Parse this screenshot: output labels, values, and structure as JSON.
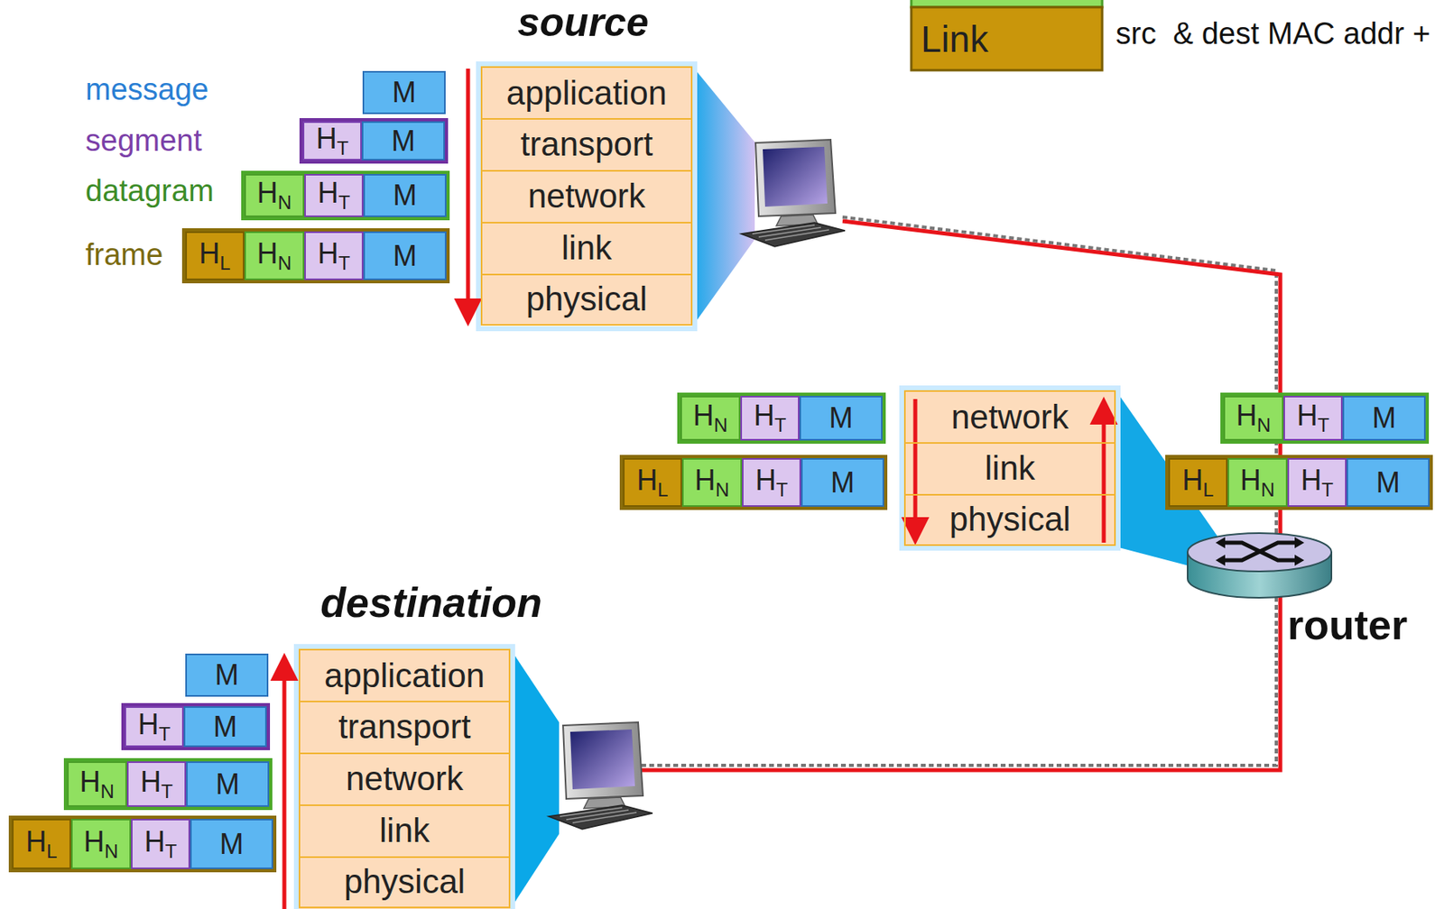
{
  "diagram": {
    "nodes": [
      {
        "text": [
          "application"
        ]
      },
      {
        "text": [
          "transport"
        ]
      },
      {
        "text": [
          "network"
        ]
      },
      {
        "text": [
          "link"
        ]
      },
      {
        "text": [
          "physical"
        ]
      },
      {
        "text": [
          "M"
        ]
      },
      {
        "text": [
          "HT"
        ]
      },
      {
        "text": [
          "M"
        ]
      },
      {
        "text": [
          "HN"
        ]
      },
      {
        "text": [
          "HT"
        ]
      },
      {
        "text": [
          "M"
        ]
      },
      {
        "text": [
          "HL"
        ]
      },
      {
        "text": [
          "HN"
        ]
      },
      {
        "text": [
          "HT"
        ]
      },
      {
        "text": [
          "M"
        ]
      },
      {
        "text": [
          "Link"
        ]
      },
      {
        "text": [
          "network"
        ]
      },
      {
        "text": [
          "link"
        ]
      },
      {
        "text": [
          "physical"
        ]
      },
      {
        "text": [
          "HN"
        ]
      },
      {
        "text": [
          "HT"
        ]
      },
      {
        "text": [
          "M"
        ]
      },
      {
        "text": [
          "HL"
        ]
      },
      {
        "text": [
          "HN"
        ]
      },
      {
        "text": [
          "HT"
        ]
      },
      {
        "text": [
          "M"
        ]
      },
      {
        "text": [
          "HN"
        ]
      },
      {
        "text": [
          "HT"
        ]
      },
      {
        "text": [
          "M"
        ]
      },
      {
        "text": [
          "HL"
        ]
      },
      {
        "text": [
          "HN"
        ]
      },
      {
        "text": [
          "HT"
        ]
      },
      {
        "text": [
          "M"
        ]
      },
      {
        "text": [
          "application"
        ]
      },
      {
        "text": [
          "transport"
        ]
      },
      {
        "text": [
          "network"
        ]
      },
      {
        "text": [
          "link"
        ]
      },
      {
        "text": [
          "physical"
        ]
      },
      {
        "text": [
          "M"
        ]
      },
      {
        "text": [
          "HT"
        ]
      },
      {
        "text": [
          "M"
        ]
      },
      {
        "text": [
          "HN"
        ]
      },
      {
        "text": [
          "HT"
        ]
      },
      {
        "text": [
          "M"
        ]
      },
      {
        "text": [
          "HL"
        ]
      },
      {
        "text": [
          "HN"
        ]
      },
      {
        "text": [
          "HT"
        ]
      },
      {
        "text": [
          "M"
        ]
      }
    ],
    "labels": [
      "source",
      "src  & dest MAC addr +",
      "message",
      "segment",
      "datagram",
      "frame",
      "router",
      "destination"
    ]
  }
}
